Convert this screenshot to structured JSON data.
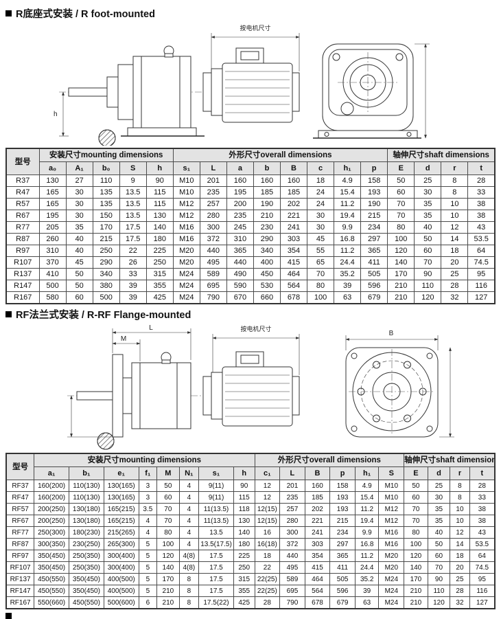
{
  "sections": [
    {
      "title": "R底座式安装 / R foot-mounted",
      "drawing": {
        "motor_dim_label": "按电机尺寸",
        "dim_h": "h"
      }
    },
    {
      "title": "RF法兰式安装 / R-RF Flange-mounted",
      "drawing": {
        "motor_dim_label": "按电机尺寸",
        "dim_m": "M",
        "dim_l": "L",
        "dim_b": "B"
      }
    }
  ],
  "tables": {
    "r": {
      "model_header": "型号",
      "groups": [
        {
          "label": "安装尺寸mounting dimensions",
          "colspan": 5
        },
        {
          "label": "外形尺寸overall dimensions",
          "colspan": 8
        },
        {
          "label": "轴伸尺寸shaft dimensions",
          "colspan": 4
        }
      ],
      "columns": [
        "a₀",
        "A₁",
        "b₀",
        "S",
        "h",
        "s₁",
        "L",
        "a",
        "b",
        "B",
        "c",
        "h₁",
        "p",
        "E",
        "d",
        "r",
        "t"
      ],
      "rows": [
        {
          "model": "R37",
          "values": [
            "130",
            "27",
            "110",
            "9",
            "90",
            "M10",
            "201",
            "160",
            "160",
            "160",
            "18",
            "4.9",
            "158",
            "50",
            "25",
            "8",
            "28"
          ]
        },
        {
          "model": "R47",
          "values": [
            "165",
            "30",
            "135",
            "13.5",
            "115",
            "M10",
            "235",
            "195",
            "185",
            "185",
            "24",
            "15.4",
            "193",
            "60",
            "30",
            "8",
            "33"
          ]
        },
        {
          "model": "R57",
          "values": [
            "165",
            "30",
            "135",
            "13.5",
            "115",
            "M12",
            "257",
            "200",
            "190",
            "202",
            "24",
            "11.2",
            "190",
            "70",
            "35",
            "10",
            "38"
          ]
        },
        {
          "model": "R67",
          "values": [
            "195",
            "30",
            "150",
            "13.5",
            "130",
            "M12",
            "280",
            "235",
            "210",
            "221",
            "30",
            "19.4",
            "215",
            "70",
            "35",
            "10",
            "38"
          ]
        },
        {
          "model": "R77",
          "values": [
            "205",
            "35",
            "170",
            "17.5",
            "140",
            "M16",
            "300",
            "245",
            "230",
            "241",
            "30",
            "9.9",
            "234",
            "80",
            "40",
            "12",
            "43"
          ]
        },
        {
          "model": "R87",
          "values": [
            "260",
            "40",
            "215",
            "17.5",
            "180",
            "M16",
            "372",
            "310",
            "290",
            "303",
            "45",
            "16.8",
            "297",
            "100",
            "50",
            "14",
            "53.5"
          ]
        },
        {
          "model": "R97",
          "values": [
            "310",
            "40",
            "250",
            "22",
            "225",
            "M20",
            "440",
            "365",
            "340",
            "354",
            "55",
            "11.2",
            "365",
            "120",
            "60",
            "18",
            "64"
          ]
        },
        {
          "model": "R107",
          "values": [
            "370",
            "45",
            "290",
            "26",
            "250",
            "M20",
            "495",
            "440",
            "400",
            "415",
            "65",
            "24.4",
            "411",
            "140",
            "70",
            "20",
            "74.5"
          ]
        },
        {
          "model": "R137",
          "values": [
            "410",
            "50",
            "340",
            "33",
            "315",
            "M24",
            "589",
            "490",
            "450",
            "464",
            "70",
            "35.2",
            "505",
            "170",
            "90",
            "25",
            "95"
          ]
        },
        {
          "model": "R147",
          "values": [
            "500",
            "50",
            "380",
            "39",
            "355",
            "M24",
            "695",
            "590",
            "530",
            "564",
            "80",
            "39",
            "596",
            "210",
            "110",
            "28",
            "116"
          ]
        },
        {
          "model": "R167",
          "values": [
            "580",
            "60",
            "500",
            "39",
            "425",
            "M24",
            "790",
            "670",
            "660",
            "678",
            "100",
            "63",
            "679",
            "210",
            "120",
            "32",
            "127"
          ]
        }
      ]
    },
    "rf": {
      "model_header": "型号",
      "groups": [
        {
          "label": "安装尺寸mounting dimensions",
          "colspan": 8
        },
        {
          "label": "外形尺寸overall dimensions",
          "colspan": 6
        },
        {
          "label": "轴伸尺寸shaft dimensions",
          "colspan": 4
        }
      ],
      "columns": [
        "a₁",
        "b₁",
        "e₁",
        "f₁",
        "M",
        "N₁",
        "s₁",
        "h",
        "c₁",
        "L",
        "B",
        "p",
        "h₁",
        "S",
        "E",
        "d",
        "r",
        "t"
      ],
      "rows": [
        {
          "model": "RF37",
          "values": [
            "160(200)",
            "110(130)",
            "130(165)",
            "3",
            "50",
            "4",
            "9(11)",
            "90",
            "12",
            "201",
            "160",
            "158",
            "4.9",
            "M10",
            "50",
            "25",
            "8",
            "28"
          ]
        },
        {
          "model": "RF47",
          "values": [
            "160(200)",
            "110(130)",
            "130(165)",
            "3",
            "60",
            "4",
            "9(11)",
            "115",
            "12",
            "235",
            "185",
            "193",
            "15.4",
            "M10",
            "60",
            "30",
            "8",
            "33"
          ]
        },
        {
          "model": "RF57",
          "values": [
            "200(250)",
            "130(180)",
            "165(215)",
            "3.5",
            "70",
            "4",
            "11(13.5)",
            "118",
            "12(15)",
            "257",
            "202",
            "193",
            "11.2",
            "M12",
            "70",
            "35",
            "10",
            "38"
          ]
        },
        {
          "model": "RF67",
          "values": [
            "200(250)",
            "130(180)",
            "165(215)",
            "4",
            "70",
            "4",
            "11(13.5)",
            "130",
            "12(15)",
            "280",
            "221",
            "215",
            "19.4",
            "M12",
            "70",
            "35",
            "10",
            "38"
          ]
        },
        {
          "model": "RF77",
          "values": [
            "250(300)",
            "180(230)",
            "215(265)",
            "4",
            "80",
            "4",
            "13.5",
            "140",
            "16",
            "300",
            "241",
            "234",
            "9.9",
            "M16",
            "80",
            "40",
            "12",
            "43"
          ]
        },
        {
          "model": "RF87",
          "values": [
            "300(350)",
            "230(250)",
            "265(300)",
            "5",
            "100",
            "4",
            "13.5(17.5)",
            "180",
            "16(18)",
            "372",
            "303",
            "297",
            "16.8",
            "M16",
            "100",
            "50",
            "14",
            "53.5"
          ]
        },
        {
          "model": "RF97",
          "values": [
            "350(450)",
            "250(350)",
            "300(400)",
            "5",
            "120",
            "4(8)",
            "17.5",
            "225",
            "18",
            "440",
            "354",
            "365",
            "11.2",
            "M20",
            "120",
            "60",
            "18",
            "64"
          ]
        },
        {
          "model": "RF107",
          "values": [
            "350(450)",
            "250(350)",
            "300(400)",
            "5",
            "140",
            "4(8)",
            "17.5",
            "250",
            "22",
            "495",
            "415",
            "411",
            "24.4",
            "M20",
            "140",
            "70",
            "20",
            "74.5"
          ]
        },
        {
          "model": "RF137",
          "values": [
            "450(550)",
            "350(450)",
            "400(500)",
            "5",
            "170",
            "8",
            "17.5",
            "315",
            "22(25)",
            "589",
            "464",
            "505",
            "35.2",
            "M24",
            "170",
            "90",
            "25",
            "95"
          ]
        },
        {
          "model": "RF147",
          "values": [
            "450(550)",
            "350(450)",
            "400(500)",
            "5",
            "210",
            "8",
            "17.5",
            "355",
            "22(25)",
            "695",
            "564",
            "596",
            "39",
            "M24",
            "210",
            "110",
            "28",
            "116"
          ]
        },
        {
          "model": "RF167",
          "values": [
            "550(660)",
            "450(550)",
            "500(600)",
            "6",
            "210",
            "8",
            "17.5(22)",
            "425",
            "28",
            "790",
            "678",
            "679",
            "63",
            "M24",
            "210",
            "120",
            "32",
            "127"
          ]
        }
      ]
    }
  }
}
